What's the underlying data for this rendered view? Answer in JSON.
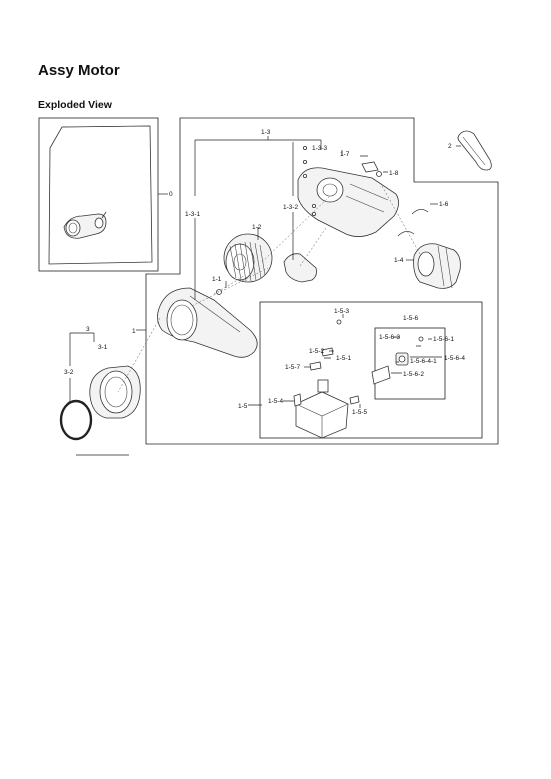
{
  "page": {
    "title": "Assy Motor",
    "section": "Exploded View"
  },
  "callouts": {
    "c0": "0",
    "c1": "1",
    "c1_1": "1-1",
    "c1_2": "1-2",
    "c1_3": "1-3",
    "c1_3_1": "1-3-1",
    "c1_3_2": "1-3-2",
    "c1_3_3": "1-3-3",
    "c1_4": "1-4",
    "c1_5": "1-5",
    "c1_5_1": "1-5-1",
    "c1_5_2": "1-5-2",
    "c1_5_3": "1-5-3",
    "c1_5_4": "1-5-4",
    "c1_5_5": "1-5-5",
    "c1_5_6": "1-5-6",
    "c1_5_6_1": "1-5-6-1",
    "c1_5_6_2": "1-5-6-2",
    "c1_5_6_3": "1-5-6-3",
    "c1_5_6_4": "1-5-6-4",
    "c1_5_6_4_1": "1-5-6-4-1",
    "c1_5_7": "1-5-7",
    "c1_6": "1-6",
    "c1_7": "1-7",
    "c1_8": "1-8",
    "c2": "2",
    "c3": "3",
    "c3_1": "3-1",
    "c3_2": "3-2"
  }
}
